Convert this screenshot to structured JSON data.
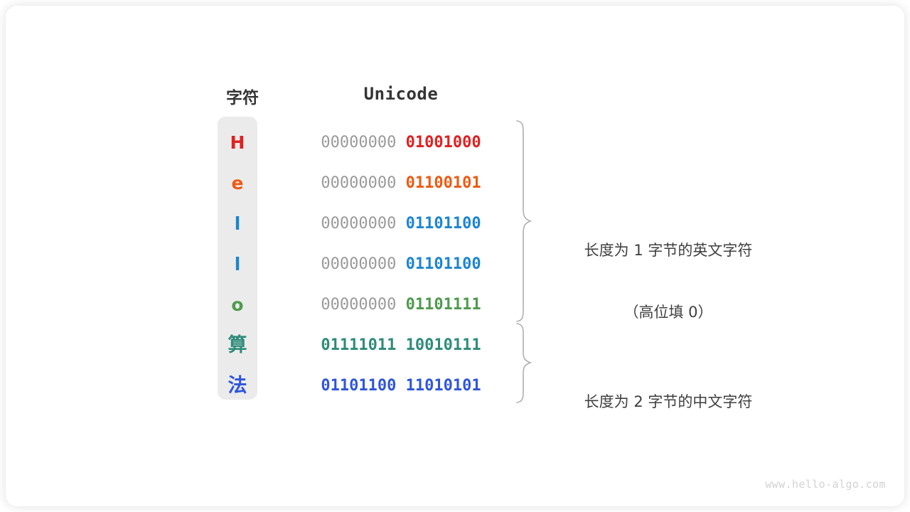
{
  "figure": {
    "watermark": "www.hello-algo.com"
  },
  "headers": {
    "char": "字符",
    "unicode": "Unicode"
  },
  "colors": {
    "H": "#E02020",
    "e": "#ED5A12",
    "l": "#1C85D0",
    "o": "#4E9A4E",
    "suan": "#2E8B79",
    "fa": "#2F55DB",
    "pad": "#9A9A9A",
    "text": "#3F3F3F",
    "column_bg": "#EBEBEB",
    "brace": "#AFAFAF"
  },
  "rows": [
    {
      "char": "H",
      "pad_byte": "00000000",
      "value_byte": "01001000",
      "color": "#E02020",
      "cjk": false
    },
    {
      "char": "e",
      "pad_byte": "00000000",
      "value_byte": "01100101",
      "color": "#ED5A12",
      "cjk": false
    },
    {
      "char": "l",
      "pad_byte": "00000000",
      "value_byte": "01101100",
      "color": "#1C85D0",
      "cjk": false
    },
    {
      "char": "l",
      "pad_byte": "00000000",
      "value_byte": "01101100",
      "color": "#1C85D0",
      "cjk": false
    },
    {
      "char": "o",
      "pad_byte": "00000000",
      "value_byte": "01101111",
      "color": "#4E9A4E",
      "cjk": false
    },
    {
      "char": "算",
      "pad_byte": "01111011",
      "value_byte": "10010111",
      "color": "#2E8B79",
      "cjk": true
    },
    {
      "char": "法",
      "pad_byte": "01101100",
      "value_byte": "11010101",
      "color": "#2F55DB",
      "cjk": true
    }
  ],
  "annotations": [
    {
      "id": "ascii-group",
      "line1": "长度为 1 字节的英文字符",
      "line2": "（高位填 0）"
    },
    {
      "id": "cjk-group",
      "line1": "长度为 2 字节的中文字符",
      "line2": ""
    }
  ]
}
